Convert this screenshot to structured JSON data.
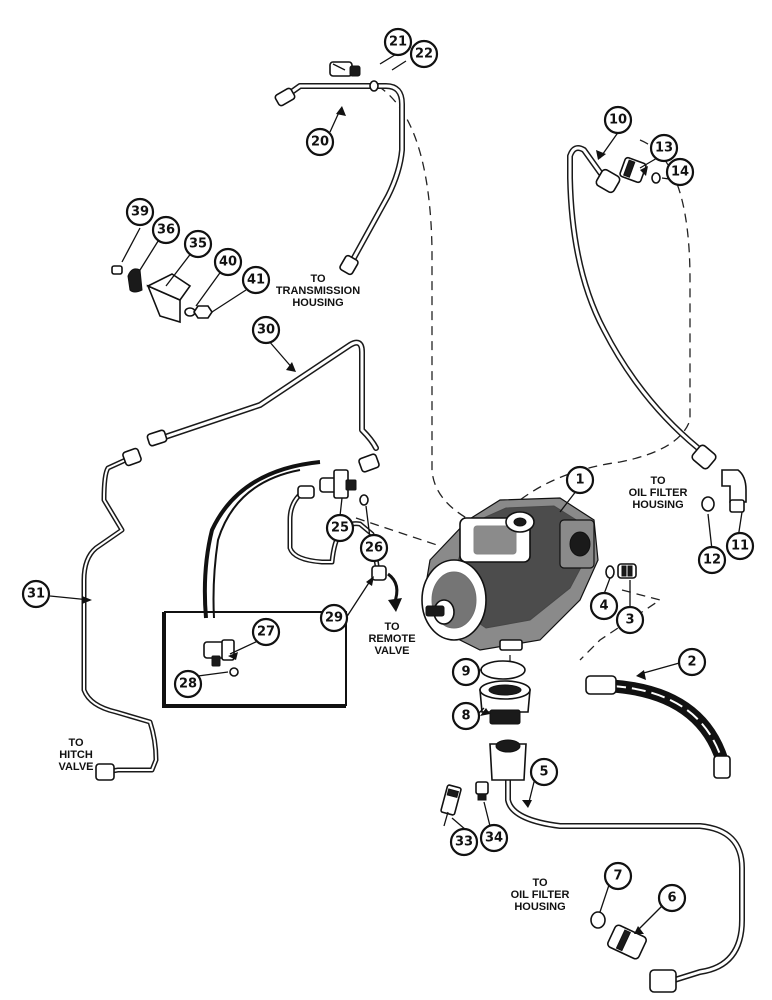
{
  "callouts": {
    "c1": "1",
    "c2": "2",
    "c3": "3",
    "c4": "4",
    "c5": "5",
    "c6": "6",
    "c7": "7",
    "c8": "8",
    "c9": "9",
    "c10": "10",
    "c11": "11",
    "c12": "12",
    "c13": "13",
    "c14": "14",
    "c20": "20",
    "c21": "21",
    "c22": "22",
    "c25": "25",
    "c26": "26",
    "c27": "27",
    "c28": "28",
    "c29": "29",
    "c30": "30",
    "c31": "31",
    "c33": "33",
    "c34": "34",
    "c35": "35",
    "c36": "36",
    "c39": "39",
    "c40": "40",
    "c41": "41"
  },
  "destinations": {
    "transmission": [
      "TO",
      "TRANSMISSION",
      "HOUSING"
    ],
    "oil_filter_upper": [
      "TO",
      "OIL FILTER",
      "HOUSING"
    ],
    "remote_valve": [
      "TO",
      "REMOTE",
      "VALVE"
    ],
    "hitch_valve": [
      "TO",
      "HITCH",
      "VALVE"
    ],
    "oil_filter_lower": [
      "TO",
      "OIL FILTER",
      "HOUSING"
    ]
  }
}
